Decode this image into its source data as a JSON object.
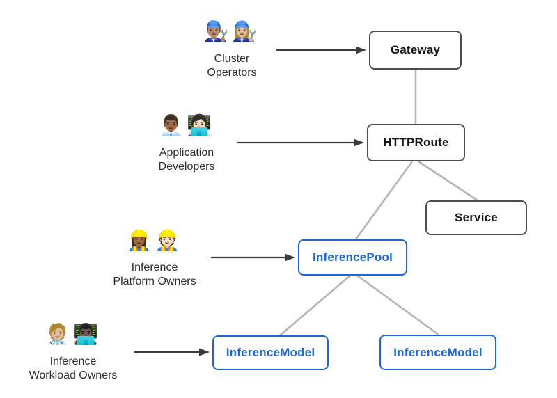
{
  "diagram": {
    "background": "#ffffff",
    "colors": {
      "standard_node_border": "#4d4d4d",
      "standard_node_text": "#141414",
      "inference_node_border": "#1a66e0",
      "inference_node_text": "#1a66e0",
      "connector_line": "#b3b3b3",
      "arrow_line": "#3c3c3c"
    },
    "actors": [
      {
        "id": "cluster-operators",
        "label": "Cluster Operators",
        "lines": [
          "Cluster",
          "Operators"
        ],
        "emojis": [
          "👨🏽‍🔧",
          "👩🏼‍🔧"
        ],
        "points_to": "Gateway"
      },
      {
        "id": "application-developers",
        "label": "Application Developers",
        "lines": [
          "Application",
          "Developers"
        ],
        "emojis": [
          "👨🏾‍💼",
          "👩🏻‍💻"
        ],
        "points_to": "HTTPRoute"
      },
      {
        "id": "inference-platform-owners",
        "label": "Inference Platform Owners",
        "lines": [
          "Inference",
          "Platform Owners"
        ],
        "emojis": [
          "👷🏾‍♀️",
          "👷🏻"
        ],
        "points_to": "InferencePool"
      },
      {
        "id": "inference-workload-owners",
        "label": "Inference Workload Owners",
        "lines": [
          "Inference",
          "Workload Owners"
        ],
        "emojis": [
          "🧑🏼‍⚕️",
          "👨🏿‍💻"
        ],
        "points_to": "InferenceModel"
      }
    ],
    "nodes": [
      {
        "id": "gateway",
        "label": "Gateway",
        "style": "standard"
      },
      {
        "id": "httproute",
        "label": "HTTPRoute",
        "style": "standard"
      },
      {
        "id": "service",
        "label": "Service",
        "style": "standard"
      },
      {
        "id": "inferencepool",
        "label": "InferencePool",
        "style": "inference"
      },
      {
        "id": "inferencemodel-left",
        "label": "InferenceModel",
        "style": "inference"
      },
      {
        "id": "inferencemodel-right",
        "label": "InferenceModel",
        "style": "inference"
      }
    ],
    "edges": [
      {
        "from": "gateway",
        "to": "httproute",
        "type": "line"
      },
      {
        "from": "httproute",
        "to": "inferencepool",
        "type": "line"
      },
      {
        "from": "httproute",
        "to": "service",
        "type": "line"
      },
      {
        "from": "inferencepool",
        "to": "inferencemodel-left",
        "type": "line"
      },
      {
        "from": "inferencepool",
        "to": "inferencemodel-right",
        "type": "line"
      },
      {
        "from": "cluster-operators",
        "to": "gateway",
        "type": "arrow"
      },
      {
        "from": "application-developers",
        "to": "httproute",
        "type": "arrow"
      },
      {
        "from": "inference-platform-owners",
        "to": "inferencepool",
        "type": "arrow"
      },
      {
        "from": "inference-workload-owners",
        "to": "inferencemodel-left",
        "type": "arrow"
      }
    ]
  }
}
